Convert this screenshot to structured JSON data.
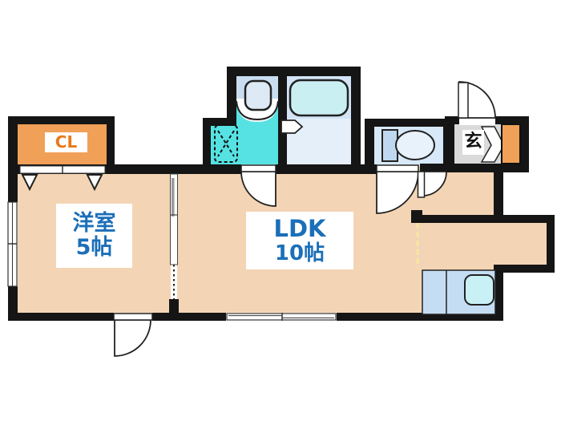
{
  "plan": {
    "rooms": {
      "western_room": {
        "name": "洋室",
        "size": "5帖"
      },
      "ldk": {
        "name": "LDK",
        "size": "10帖"
      },
      "closet": {
        "name": "CL"
      },
      "entrance": {
        "name": "玄"
      }
    },
    "palette": {
      "wall": "#151515",
      "room_floor": "#F3D5B5",
      "closet_orange": "#F0A057",
      "washroom_cyan": "#56E2E2",
      "washbasin_bg": "#C9DDF1",
      "bath_upper": "#D2E4F6",
      "bath_floor": "#E5EFF9",
      "bathtub": "#C9EFF3",
      "toilet_floor": "#D7E9F8",
      "entrance_gray": "#DADADA",
      "kitchen_counter": "#C5DDF2",
      "kitchen_sink": "#C8F0F5",
      "label_blue": "#1B6FB8",
      "label_orange": "#E8791C",
      "step_line_yellow": "#F6E7A0"
    }
  }
}
